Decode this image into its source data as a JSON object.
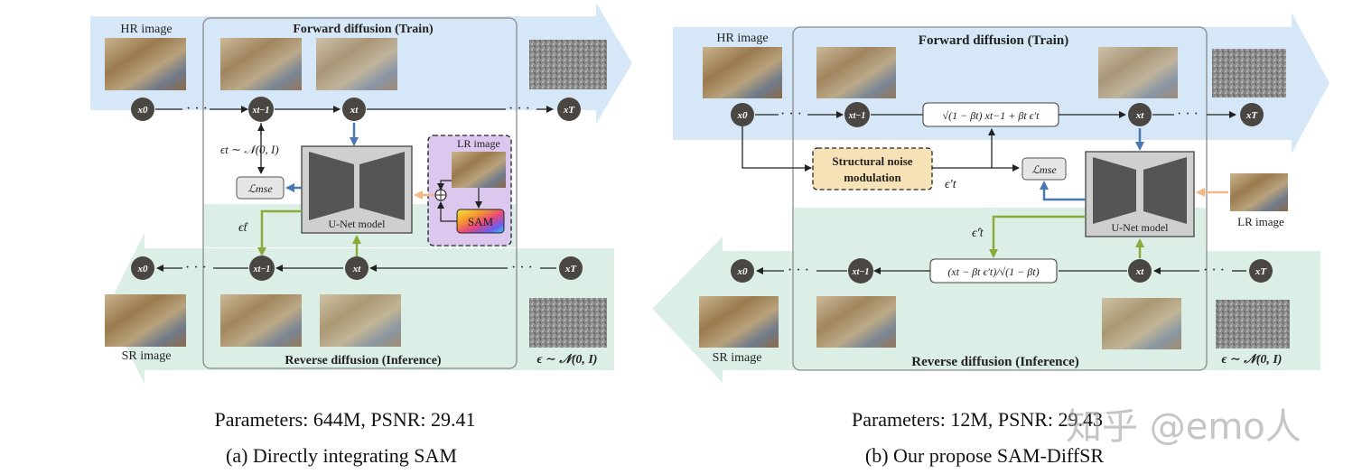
{
  "colors": {
    "forward_band": "#d6e8f7",
    "reverse_band": "#dcefe6",
    "node": "#4a4642",
    "blue_arrow": "#4a78b0",
    "green_arrow": "#8aaa3a",
    "orange_arrow": "#f1b98a",
    "lr_box": "#dcc8ef",
    "noise_box": "#f7e1b7"
  },
  "left": {
    "forward_title": "Forward diffusion (Train)",
    "reverse_title": "Reverse diffusion (Inference)",
    "hr_label": "HR image",
    "sr_label": "SR image",
    "lr_label": "LR image",
    "unet_label": "U-Net model",
    "sam_label": "SAM",
    "loss_label": "ℒmse",
    "eps_label": "ϵt ∼ 𝒩(0, I)",
    "eps_hat_label": "ϵ̂t",
    "noise_label": "ϵ ∼ 𝒩(0, I)",
    "nodes": {
      "x0": "x0",
      "xt1": "xt−1",
      "xt": "xt",
      "xT": "xT"
    },
    "caption_params": "Parameters: 644M, PSNR: 29.41",
    "caption_title": "(a) Directly integrating SAM"
  },
  "right": {
    "forward_title": "Forward diffusion (Train)",
    "reverse_title": "Reverse diffusion (Inference)",
    "hr_label": "HR image",
    "sr_label": "SR image",
    "lr_label": "LR image",
    "unet_label": "U-Net model",
    "loss_label": "ℒmse",
    "noise_mod_line1": "Structural noise",
    "noise_mod_line2": "modulation",
    "eps_prime_label": "ϵ′t",
    "eps_hat_label": "ϵ̂′t",
    "forward_formula": "√(1 − βt) xt−1 + βt ϵ′t",
    "reverse_formula": "(xt − βt ϵ′t)/√(1 − βt)",
    "noise_label": "ϵ ∼ 𝒩(0, I)",
    "nodes": {
      "x0": "x0",
      "xt1": "xt−1",
      "xt": "xt",
      "xT": "xT"
    },
    "caption_params": "Parameters: 12M, PSNR: 29.43",
    "caption_title": "(b) Our propose SAM-DiffSR"
  },
  "watermark": "知乎 @emo人"
}
